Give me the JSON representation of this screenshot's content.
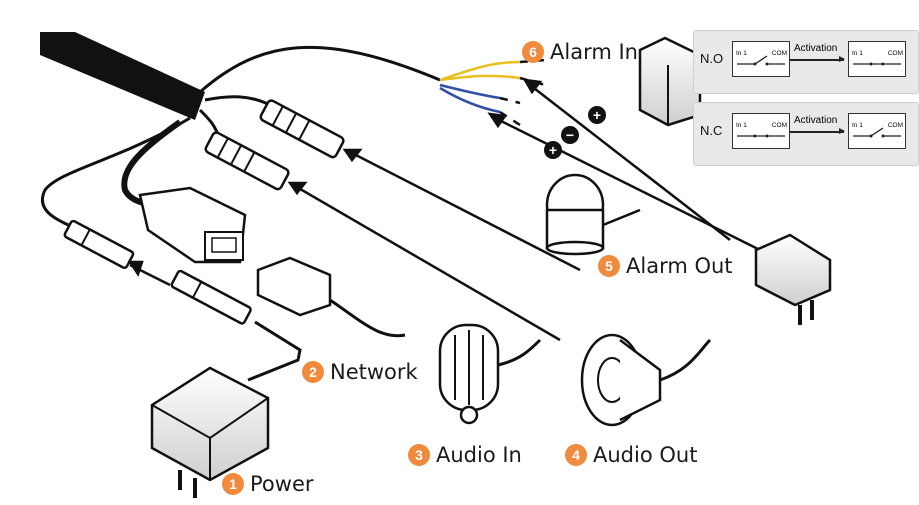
{
  "labels": {
    "power": {
      "num": "1",
      "text": "Power"
    },
    "network": {
      "num": "2",
      "text": "Network"
    },
    "audio_in": {
      "num": "3",
      "text": "Audio In"
    },
    "audio_out": {
      "num": "4",
      "text": "Audio Out"
    },
    "alarm_out": {
      "num": "5",
      "text": "Alarm Out"
    },
    "alarm_in": {
      "num": "6",
      "text": "Alarm In"
    }
  },
  "panels": {
    "no": {
      "title": "N.O",
      "in_label": "In 1",
      "com_label": "COM",
      "activation": "Activation"
    },
    "nc": {
      "title": "N.C",
      "in_label": "In 1",
      "com_label": "COM",
      "activation": "Activation"
    }
  },
  "colors": {
    "badge": "#f08a3c",
    "cable": "#111111",
    "wire_yellow": "#e8c020",
    "wire_blue": "#3050a8"
  }
}
